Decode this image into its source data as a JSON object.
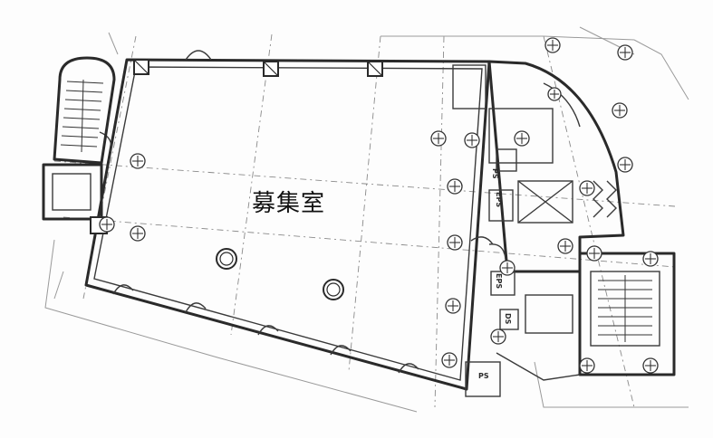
{
  "main_room": {
    "label": "募集室"
  },
  "room_codes": {
    "eps_upper": "EPS",
    "eps_lower": "EPS",
    "ps_upper": "PS",
    "ps_lower": "PS",
    "ds": "DS"
  }
}
